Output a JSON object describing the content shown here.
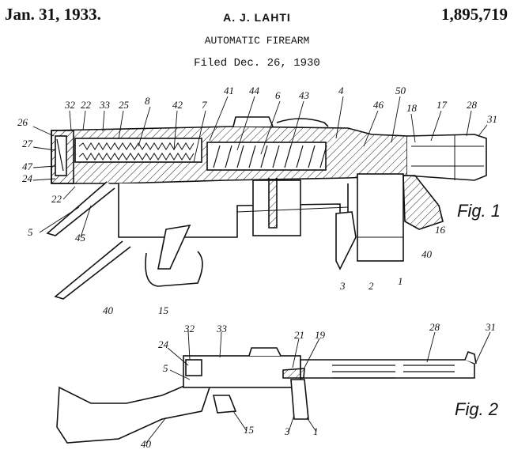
{
  "header": {
    "date": "Jan. 31, 1933.",
    "inventor": "A. J. LAHTI",
    "patent_number": "1,895,719",
    "title": "AUTOMATIC FIREARM",
    "filed": "Filed Dec. 26, 1930"
  },
  "figures": {
    "fig1_label": "Fig. 1",
    "fig2_label": "Fig. 2",
    "fig1_refs": [
      "26",
      "32",
      "22",
      "33",
      "25",
      "8",
      "42",
      "7",
      "41",
      "44",
      "6",
      "43",
      "4",
      "46",
      "50",
      "18",
      "17",
      "28",
      "31",
      "27",
      "47",
      "24",
      "22",
      "5",
      "45",
      "40",
      "15",
      "3",
      "2",
      "1",
      "16",
      "40"
    ],
    "fig2_refs": [
      "32",
      "33",
      "21",
      "19",
      "28",
      "31",
      "24",
      "5",
      "40",
      "15",
      "3",
      "1"
    ]
  }
}
